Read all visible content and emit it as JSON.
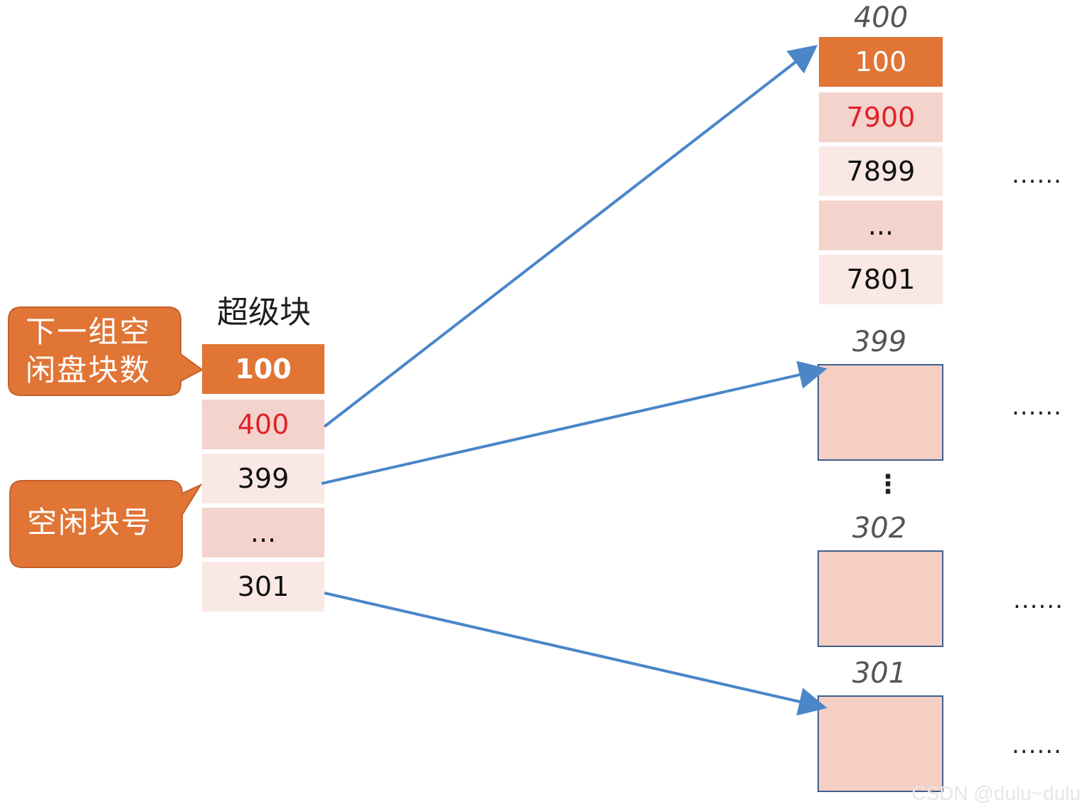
{
  "superblock": {
    "title": "超级块",
    "cells": [
      "100",
      "400",
      "399",
      "...",
      "301"
    ]
  },
  "callouts": {
    "next_group_count": "下一组空闲盘块数",
    "free_block_no": "空闲块号"
  },
  "group_block": {
    "label": "400",
    "cells": [
      "100",
      "7900",
      "7899",
      "...",
      "7801"
    ]
  },
  "free_blocks": [
    {
      "label": "399"
    },
    {
      "label": "302"
    },
    {
      "label": "301"
    }
  ],
  "ellipses": {
    "right": "......",
    "vertical": "⋮"
  },
  "watermark": "CSDN @dulu~dulu",
  "colors": {
    "orange": "#e07536",
    "pink": "#f3d3cc",
    "light_pink": "#f9e8e4",
    "red": "#e0212a",
    "arrow": "#4a86c8"
  }
}
